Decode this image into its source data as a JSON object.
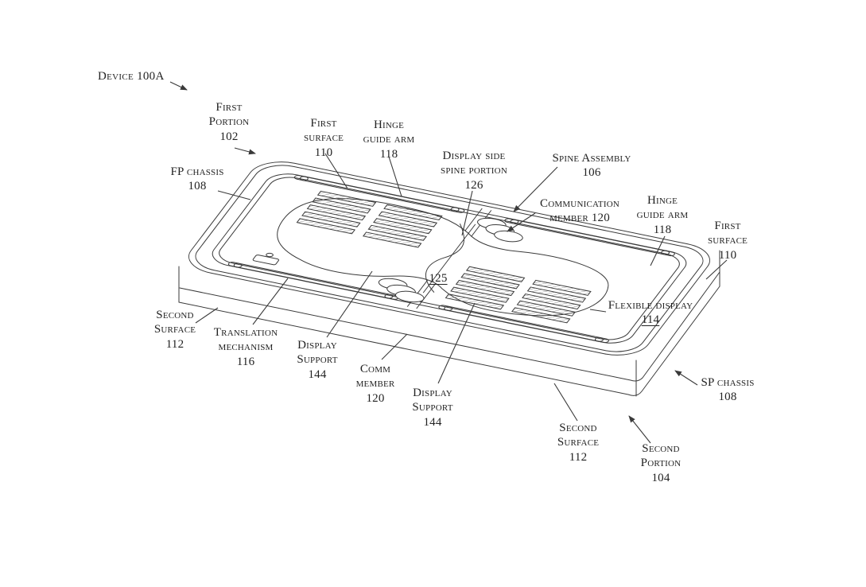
{
  "labels": {
    "device": {
      "text": "Device 100A"
    },
    "first_portion": {
      "l1": "First",
      "l2": "Portion",
      "l3": "102"
    },
    "fp_chassis": {
      "l1": "FP chassis",
      "l2": "108"
    },
    "first_surface_left": {
      "l1": "First",
      "l2": "surface",
      "l3": "110"
    },
    "hinge_guide_arm_left": {
      "l1": "Hinge",
      "l2": "guide arm",
      "l3": "118"
    },
    "display_side_spine_portion": {
      "l1": "Display side",
      "l2": "spine portion",
      "l3": "126"
    },
    "spine_assembly": {
      "l1": "Spine Assembly",
      "l2": "106"
    },
    "communication_member": {
      "l1": "Communication",
      "l2": "member 120"
    },
    "hinge_guide_arm_right": {
      "l1": "Hinge",
      "l2": "guide arm",
      "l3": "118"
    },
    "first_surface_right": {
      "l1": "First",
      "l2": "surface",
      "l3": "110"
    },
    "flexible_display": {
      "l1": "Flexible display",
      "l2": "114"
    },
    "sp_chassis": {
      "l1": "SP chassis",
      "l2": "108"
    },
    "second_surface_left": {
      "l1": "Second",
      "l2": "Surface",
      "l3": "112"
    },
    "translation_mechanism": {
      "l1": "Translation",
      "l2": "mechanism",
      "l3": "116"
    },
    "display_support_left": {
      "l1": "Display",
      "l2": "Support",
      "l3": "144"
    },
    "comm_member": {
      "l1": "Comm",
      "l2": "member",
      "l3": "120"
    },
    "display_support_right": {
      "l1": "Display",
      "l2": "Support",
      "l3": "144"
    },
    "second_surface_bottom": {
      "l1": "Second",
      "l2": "Surface",
      "l3": "112"
    },
    "second_portion": {
      "l1": "Second",
      "l2": "Portion",
      "l3": "104"
    },
    "display_center_ref": {
      "text": "125"
    }
  },
  "colors": {
    "line": "#3a3a3a",
    "text": "#222222",
    "background": "#ffffff"
  }
}
